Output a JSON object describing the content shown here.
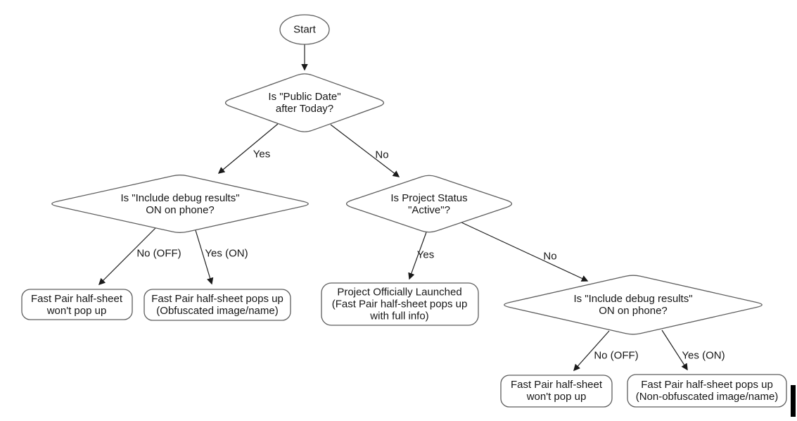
{
  "diagram": {
    "type": "flowchart",
    "background_color": "#ffffff",
    "shape_border_color": "#5e5e5e",
    "edge_color": "#1f1f1f",
    "text_color": "#161616",
    "caret_color": "#000000"
  },
  "nodes": {
    "start": {
      "shape": "oval",
      "label": "Start"
    },
    "public_date": {
      "shape": "diamond",
      "lines": [
        "Is \"Public Date\"",
        "after Today?"
      ]
    },
    "debug_phone_left": {
      "shape": "diamond",
      "lines": [
        "Is \"Include debug results\"",
        "ON on phone?"
      ]
    },
    "project_status": {
      "shape": "diamond",
      "lines": [
        "Is Project Status",
        "\"Active\"?"
      ]
    },
    "debug_phone_right": {
      "shape": "diamond",
      "lines": [
        "Is \"Include debug results\"",
        "ON on phone?"
      ]
    },
    "no_popup_left": {
      "shape": "rounded-rect",
      "lines": [
        "Fast Pair half-sheet",
        "won't pop up"
      ]
    },
    "obfuscated": {
      "shape": "rounded-rect",
      "lines": [
        "Fast Pair half-sheet pops up",
        "(Obfuscated image/name)"
      ]
    },
    "launched": {
      "shape": "rounded-rect",
      "lines": [
        "Project Officially Launched",
        "(Fast Pair half-sheet pops up",
        "with full info)"
      ]
    },
    "no_popup_right": {
      "shape": "rounded-rect",
      "lines": [
        "Fast Pair half-sheet",
        "won't pop up"
      ]
    },
    "non_obfuscated": {
      "shape": "rounded-rect",
      "lines": [
        "Fast Pair half-sheet pops up",
        "(Non-obfuscated image/name)"
      ]
    }
  },
  "edges": {
    "start_to_public_date": {
      "from": "start",
      "to": "public_date",
      "label": ""
    },
    "public_date_yes": {
      "from": "public_date",
      "to": "debug_phone_left",
      "label": "Yes"
    },
    "public_date_no": {
      "from": "public_date",
      "to": "project_status",
      "label": "No"
    },
    "debug_left_no": {
      "from": "debug_phone_left",
      "to": "no_popup_left",
      "label": "No (OFF)"
    },
    "debug_left_yes": {
      "from": "debug_phone_left",
      "to": "obfuscated",
      "label": "Yes (ON)"
    },
    "project_status_yes": {
      "from": "project_status",
      "to": "launched",
      "label": "Yes"
    },
    "project_status_no": {
      "from": "project_status",
      "to": "debug_phone_right",
      "label": "No"
    },
    "debug_right_no": {
      "from": "debug_phone_right",
      "to": "no_popup_right",
      "label": "No (OFF)"
    },
    "debug_right_yes": {
      "from": "debug_phone_right",
      "to": "non_obfuscated",
      "label": "Yes (ON)"
    }
  }
}
